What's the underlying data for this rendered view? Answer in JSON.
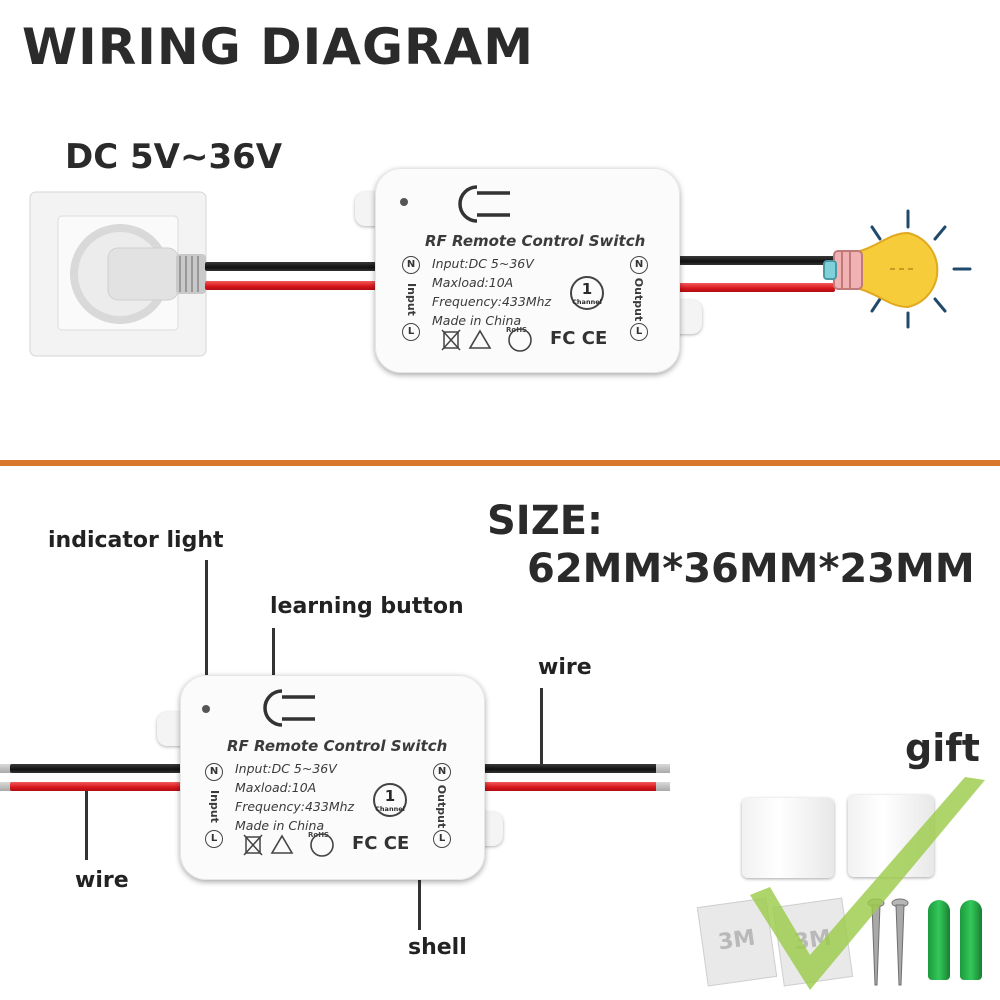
{
  "title": "WIRING DIAGRAM",
  "voltage": "DC 5V~36V",
  "device": {
    "title": "RF Remote Control Switch",
    "specs": [
      "Input:DC 5~36V",
      "Maxload:10A",
      "Frequency:433Mhz",
      "Made in China"
    ],
    "input_label": "Input",
    "output_label": "Output",
    "n_letter": "N",
    "l_letter": "L",
    "channel_number": "1",
    "channel_text": "Channel",
    "cert_marks": "FC CE",
    "rohs": "RoHS"
  },
  "callouts": {
    "indicator_light": "indicator light",
    "learning_button": "learning button",
    "wire_right": "wire",
    "wire_left": "wire",
    "shell": "shell"
  },
  "size": {
    "label": "SIZE:",
    "value": "62MM*36MM*23MM"
  },
  "gift": {
    "label": "gift",
    "tape_text": "3M"
  },
  "colors": {
    "divider": "#d8782a",
    "bulb": "#f7cc3a",
    "bulb_rays": "#1f4a6b",
    "checkmark": "#9ccc4a",
    "anchor": "#2fb552"
  }
}
